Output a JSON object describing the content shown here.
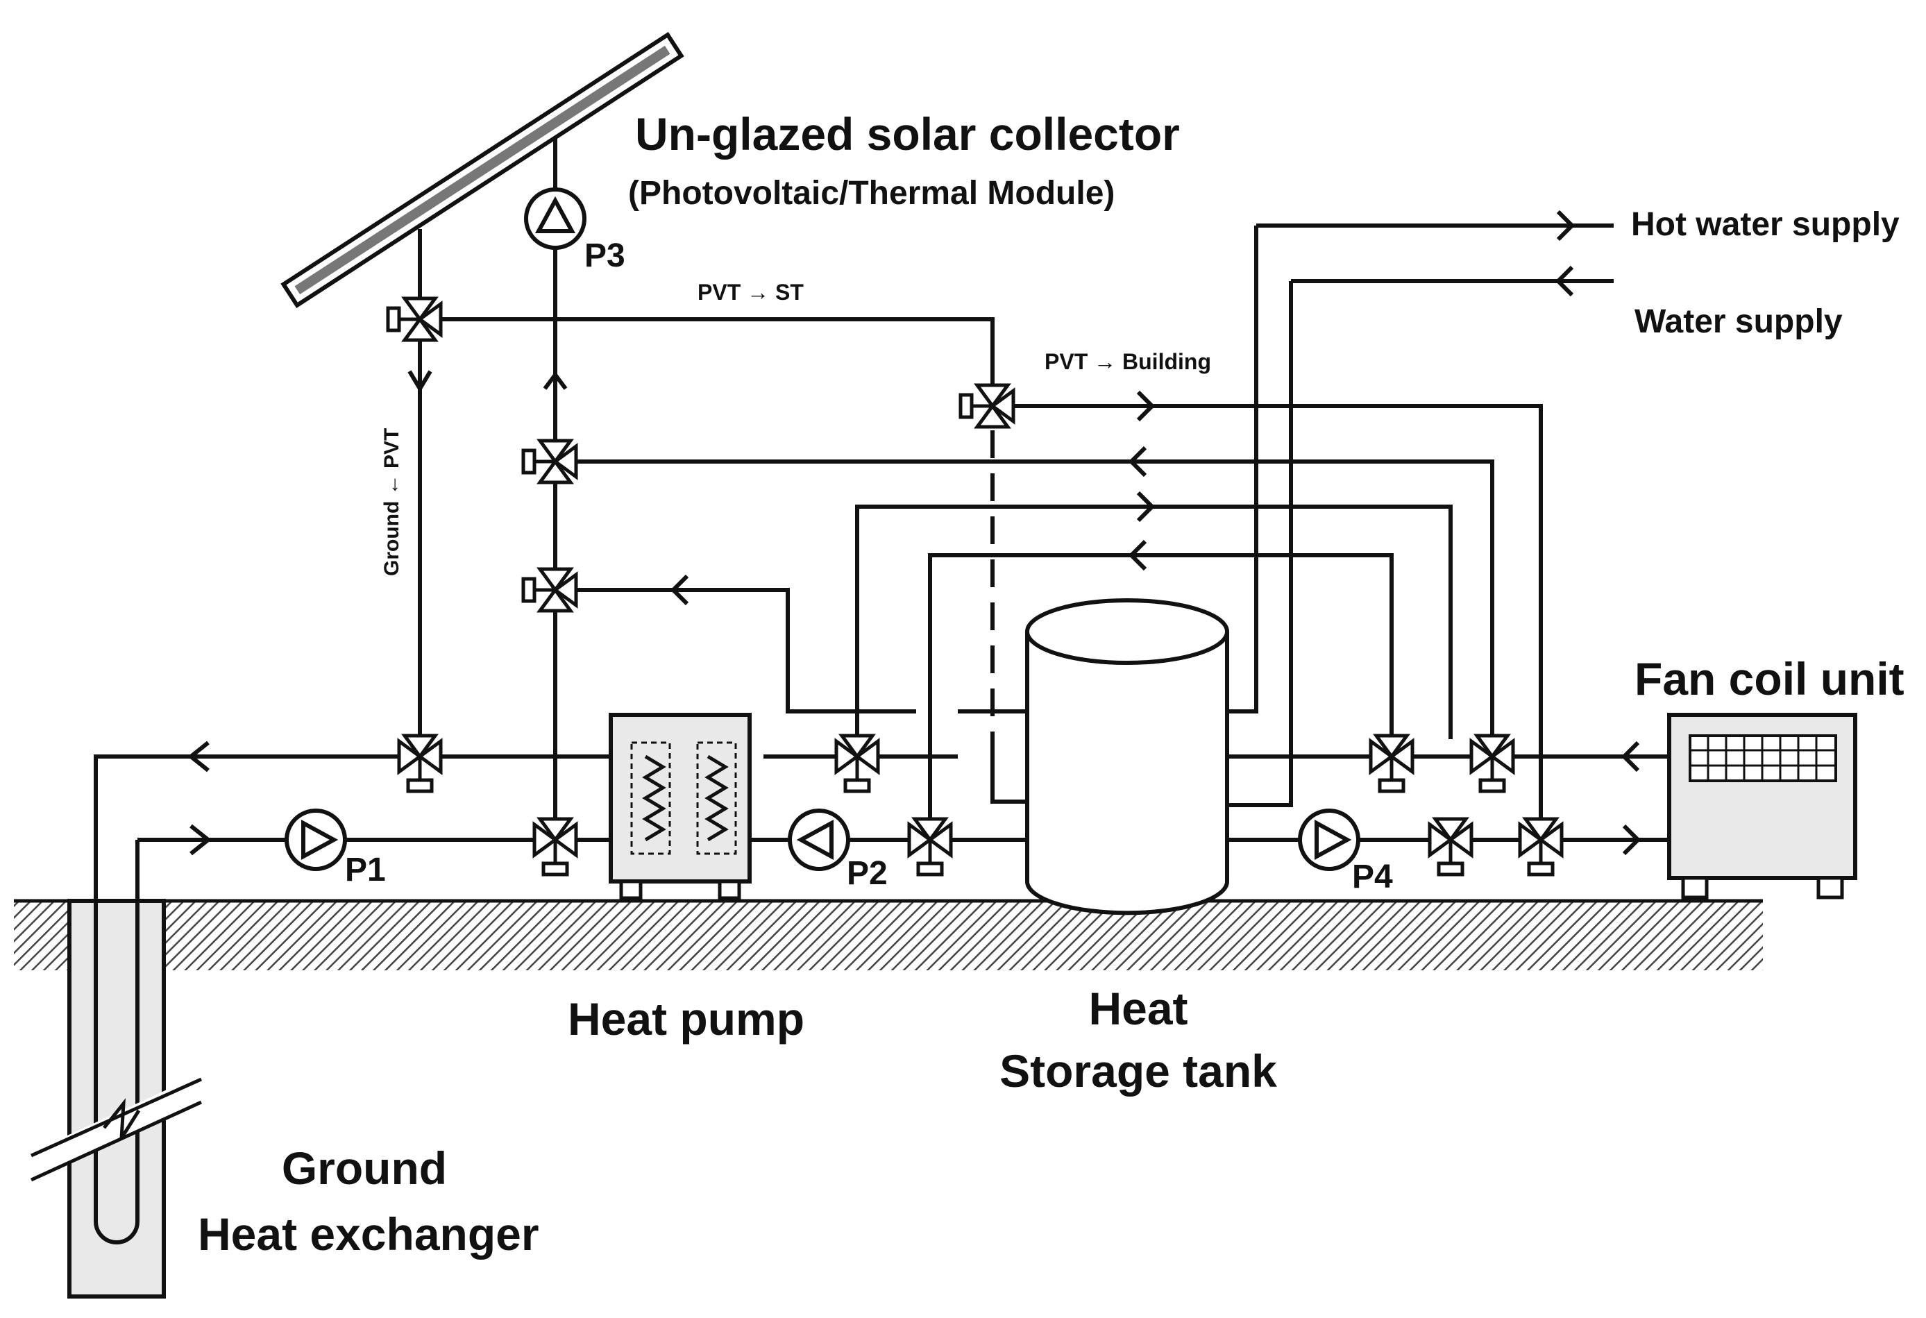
{
  "labels": {
    "collector_title": "Un-glazed solar collector",
    "collector_subtitle": "(Photovoltaic/Thermal Module)",
    "hot_water_supply": "Hot water supply",
    "water_supply": "Water supply",
    "pvt_to_st": "PVT → ST",
    "pvt_to_building": "PVT → Building",
    "ground_from_pvt": "Ground ← PVT",
    "fan_coil_unit": "Fan coil unit",
    "heat_pump": "Heat pump",
    "storage_line1": "Heat",
    "storage_line2": "Storage tank",
    "ground_hx_line1": "Ground",
    "ground_hx_line2": "Heat exchanger"
  },
  "pumps": [
    "P1",
    "P2",
    "P3",
    "P4"
  ],
  "colors": {
    "line": "#111111",
    "equipment_fill": "#e9e9e9",
    "collector_face": "#777777",
    "ground_hatch": "#444444",
    "background": "#ffffff"
  },
  "icons": [
    "solar-collector-icon",
    "pump-icon",
    "three-way-valve-icon",
    "heat-pump-icon",
    "storage-tank-icon",
    "fan-coil-unit-icon",
    "borehole-icon"
  ]
}
